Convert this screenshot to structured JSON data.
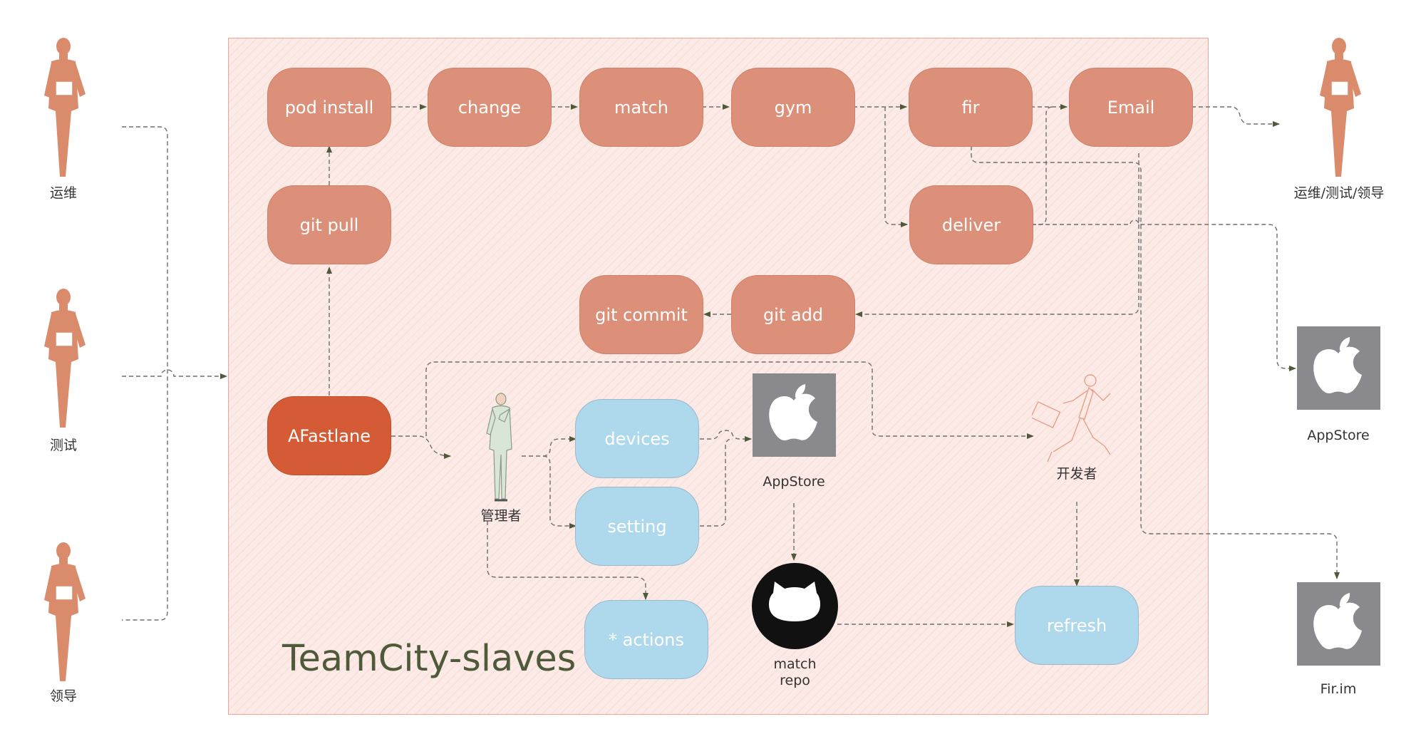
{
  "title": "TeamCity-slaves",
  "actors": {
    "ops": "运维",
    "test": "测试",
    "lead": "领导",
    "recipients": "运维/测试/领导",
    "admin": "管理者",
    "developer": "开发者"
  },
  "nodes": {
    "pod_install": "pod install",
    "change": "change",
    "match": "match",
    "gym": "gym",
    "fir": "fir",
    "email": "Email",
    "git_pull": "git pull",
    "deliver": "deliver",
    "git_commit": "git commit",
    "git_add": "git add",
    "afastlane": "AFastlane",
    "devices": "devices",
    "setting": "setting",
    "actions": "* actions",
    "refresh": "refresh"
  },
  "services": {
    "appstore_inner": "AppStore",
    "match_repo_line1": "match",
    "match_repo_line2": "repo",
    "appstore_outer": "AppStore",
    "fir_im": "Fir.im"
  },
  "colors": {
    "node_salmon": "#dc9079",
    "node_dark": "#d45b36",
    "node_blue": "#aed8eb",
    "panel_fill": "#fceae6",
    "connector": "#6e6e6e",
    "arrowhead": "#4f5a3a",
    "person": "#d98b6c"
  },
  "icons": [
    "person-icon",
    "businessman-icon",
    "runner-icon",
    "apple-icon",
    "github-icon"
  ]
}
